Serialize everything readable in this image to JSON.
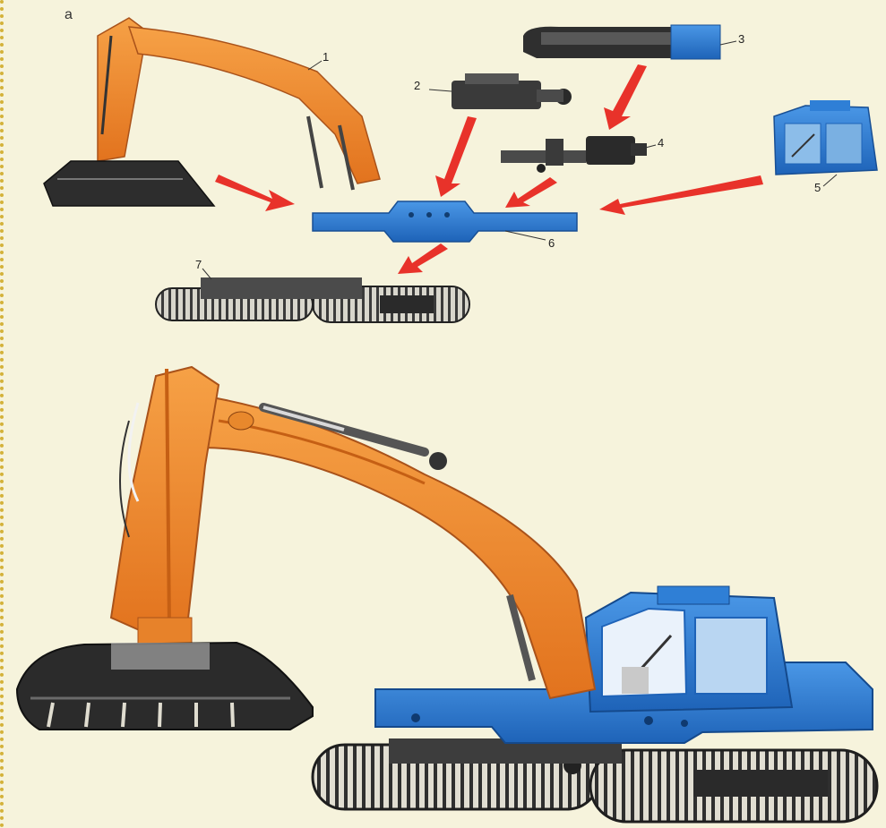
{
  "figure": {
    "panel_label": "a",
    "part_labels": [
      "1",
      "2",
      "3",
      "4",
      "5",
      "6",
      "7"
    ]
  },
  "colors": {
    "background": "#f6f3dc",
    "boom_orange": "#f08a2a",
    "platform_blue": "#2f7fd6",
    "arrow_red": "#e8322a",
    "track_dark": "#3a3a3a"
  },
  "parts": [
    {
      "label": "1",
      "name": "boom-and-bucket-assembly"
    },
    {
      "label": "2",
      "name": "engine-unit"
    },
    {
      "label": "3",
      "name": "counterweight"
    },
    {
      "label": "4",
      "name": "hydraulic-unit"
    },
    {
      "label": "5",
      "name": "operator-cab"
    },
    {
      "label": "6",
      "name": "turntable-frame"
    },
    {
      "label": "7",
      "name": "crawler-undercarriage"
    }
  ]
}
